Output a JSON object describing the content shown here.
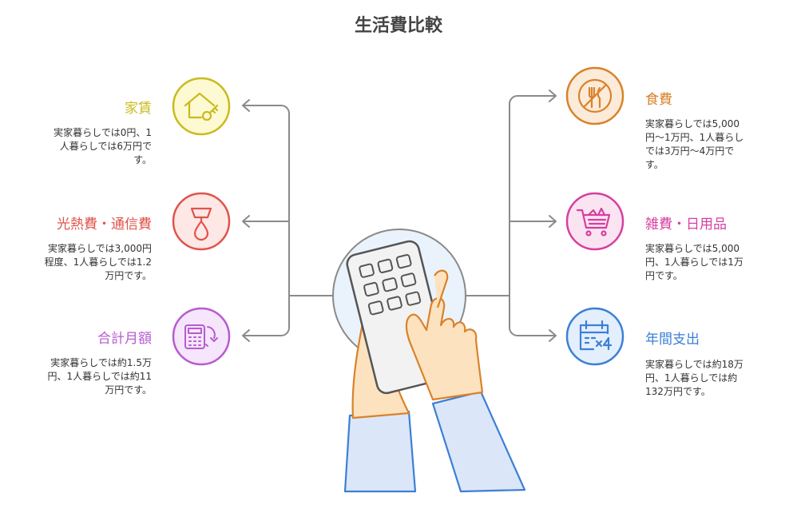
{
  "title": "生活費比較",
  "colors": {
    "rent": "#c9bb1e",
    "utilities": "#e0534b",
    "monthly": "#b75bd0",
    "food": "#d9822b",
    "misc": "#d63fa0",
    "annual": "#3d7fd6",
    "connector": "#8a8a8a"
  },
  "items": {
    "rent": {
      "title": "家賃",
      "desc": [
        "実家暮らしでは0円、1",
        "人暮らしでは6万円で",
        "す。"
      ],
      "icon": "house-key-icon"
    },
    "utilities": {
      "title": "光熱費・通信費",
      "desc": [
        "実家暮らしでは3,000円",
        "程度、1人暮らしでは1.2",
        "万円です。"
      ],
      "icon": "lamp-icon"
    },
    "monthly": {
      "title": "合計月額",
      "desc": [
        "実家暮らしでは約1.5万",
        "円、1人暮らしでは約11",
        "万円です。"
      ],
      "icon": "calculator-refresh-icon"
    },
    "food": {
      "title": "食費",
      "desc": [
        "実家暮らしでは5,000",
        "円〜1万円、1人暮らし",
        "では3万円〜4万円で",
        "す。"
      ],
      "icon": "no-dining-icon"
    },
    "misc": {
      "title": "雑費・日用品",
      "desc": [
        "実家暮らしでは5,000",
        "円、1人暮らしでは1万",
        "円です。"
      ],
      "icon": "shopping-cart-icon"
    },
    "annual": {
      "title": "年間支出",
      "desc": [
        "実家暮らしでは約18万",
        "円、1人暮らしでは約",
        "132万円です。"
      ],
      "icon": "calendar-x4-icon"
    }
  },
  "center": {
    "icon": "hands-calculator-icon"
  }
}
